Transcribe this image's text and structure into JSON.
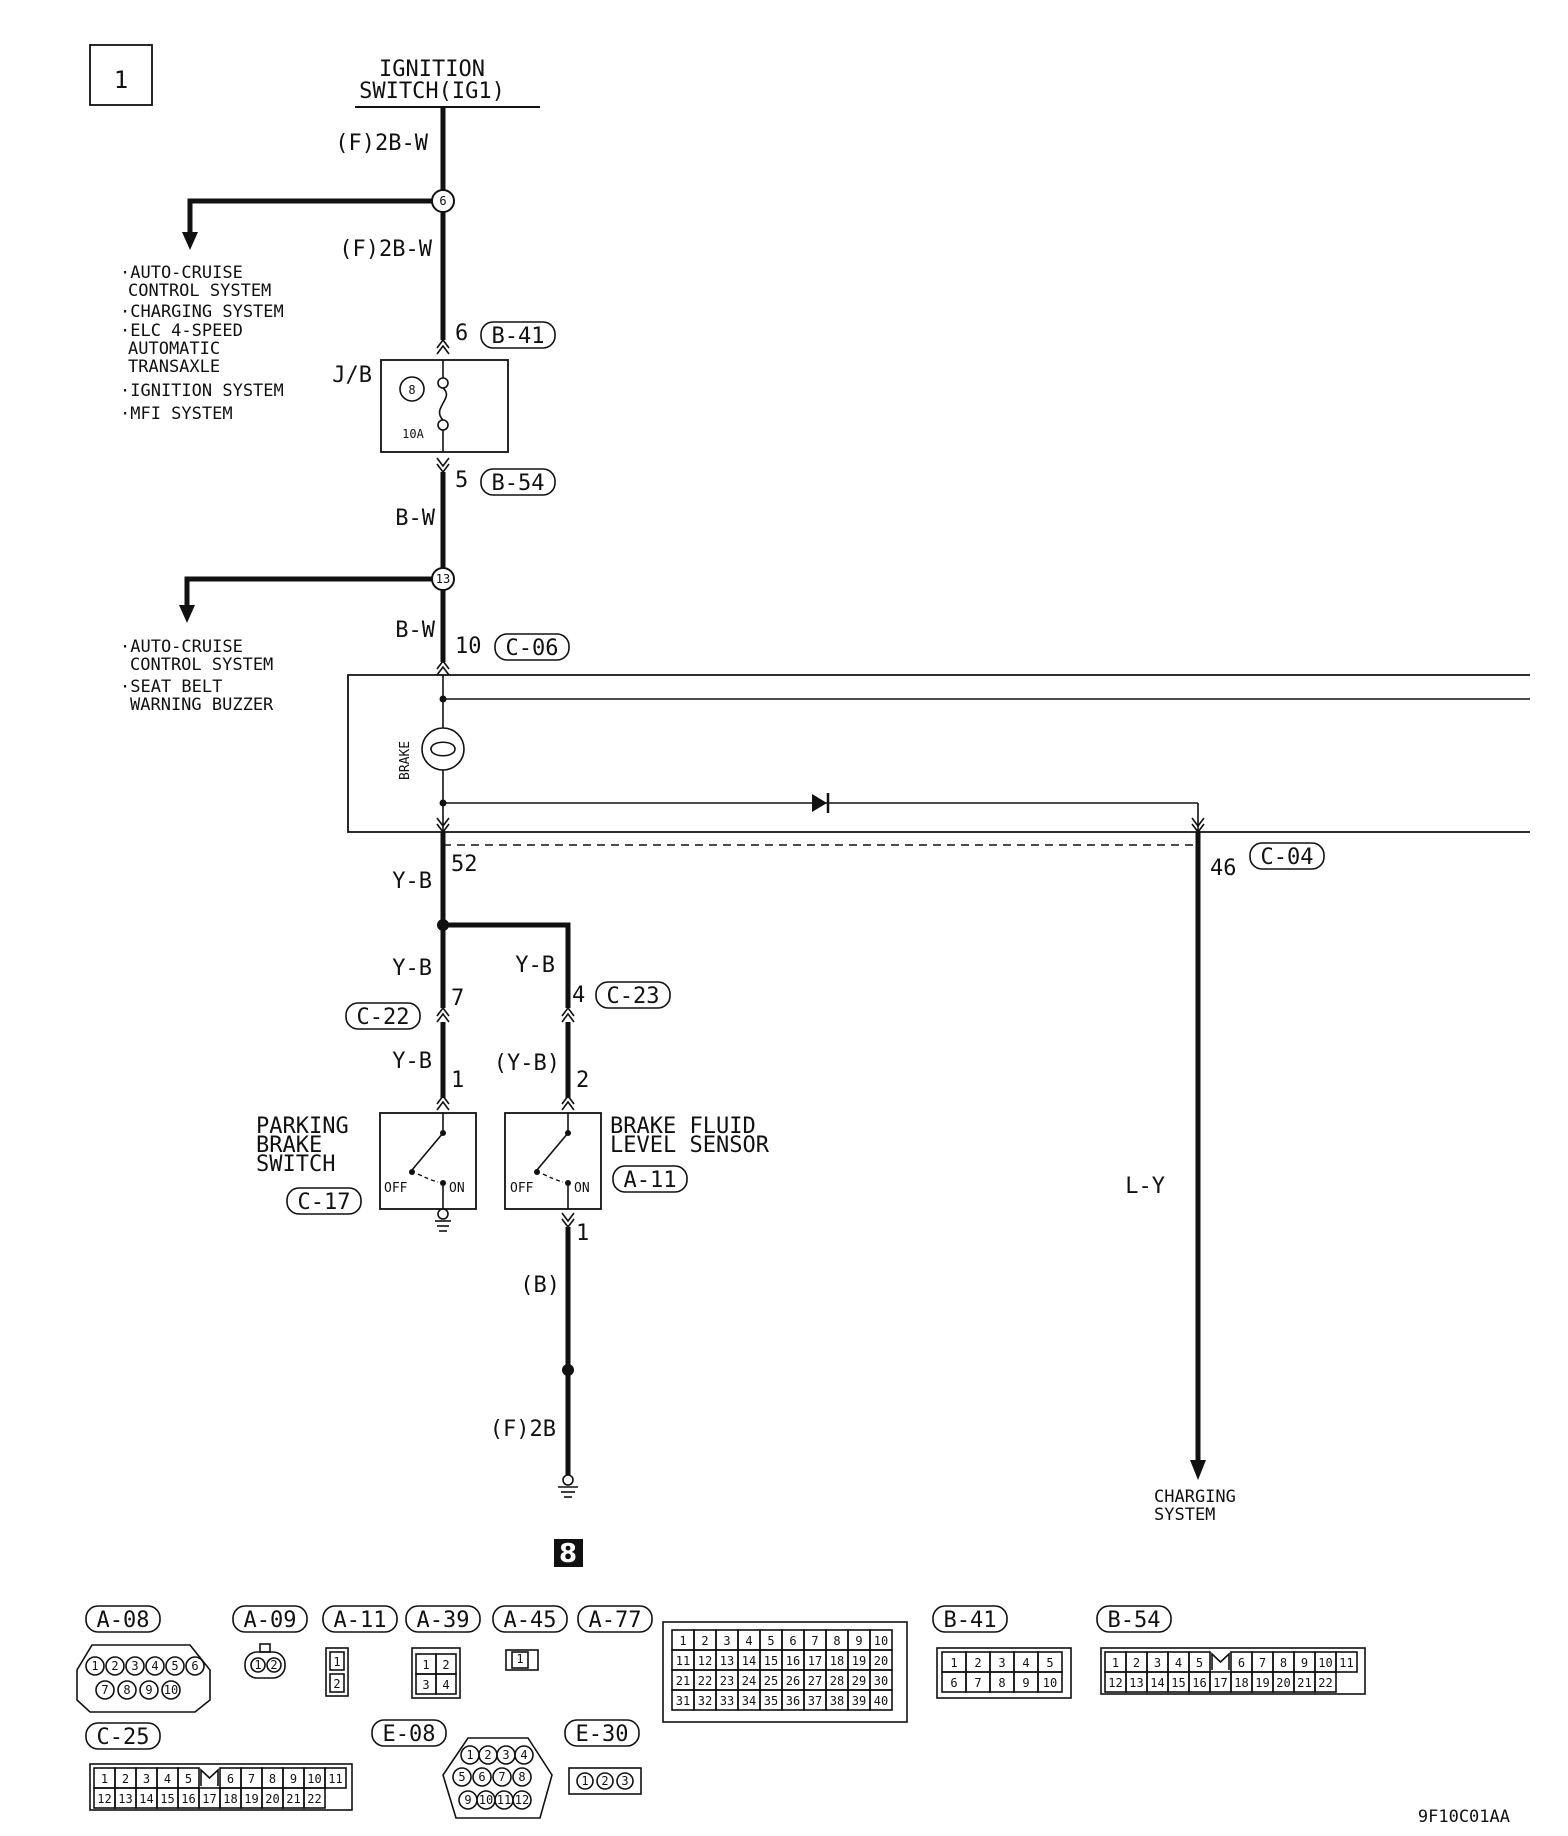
{
  "page_number": "1",
  "figure_code": "9F10C01AA",
  "source": {
    "label_line1": "IGNITION",
    "label_line2": "SWITCH(IG1)"
  },
  "wire_labels": {
    "top": "(F)2B-W",
    "after_j1": "(F)2B-W",
    "after_jb": "B-W",
    "after_j2": "B-W",
    "combo_out": "Y-B",
    "to_c22": "Y-B",
    "to_c23": "Y-B",
    "to_parking": "Y-B",
    "to_fluid": "(Y-B)",
    "fluid_ground": "(B)",
    "ground_wire": "(F)2B",
    "charging": "L-Y"
  },
  "junctions": {
    "j1": "6",
    "j2": "13"
  },
  "branch1": [
    "·AUTO-CRUISE",
    "CONTROL SYSTEM",
    "·CHARGING SYSTEM",
    "·ELC 4-SPEED",
    "AUTOMATIC",
    "TRANSAXLE",
    "·IGNITION SYSTEM",
    "·MFI SYSTEM"
  ],
  "branch2": [
    "·AUTO-CRUISE",
    "CONTROL SYSTEM",
    "·SEAT BELT",
    "WARNING BUZZER"
  ],
  "jb": {
    "label": "J/B",
    "fuse_number": "8",
    "fuse_rating": "10A"
  },
  "connectors": {
    "b41": {
      "id": "B-41",
      "pin": "6"
    },
    "b54": {
      "id": "B-54",
      "pin": "5"
    },
    "c06": {
      "id": "C-06",
      "pin": "10"
    },
    "c04_52": {
      "pin": "52"
    },
    "c04_46": {
      "id": "C-04",
      "pin": "46"
    },
    "c22": {
      "id": "C-22",
      "pin": "7"
    },
    "c23": {
      "id": "C-23",
      "pin": "4"
    },
    "c17": {
      "id": "C-17",
      "pin": "1"
    },
    "a11": {
      "id": "A-11",
      "pin_top": "2",
      "pin_bottom": "1"
    }
  },
  "combination_meter": {
    "lamp_label": "BRAKE"
  },
  "switches": {
    "parking": {
      "label_lines": [
        "PARKING",
        "BRAKE",
        "SWITCH"
      ],
      "off": "OFF",
      "on": "ON"
    },
    "fluid": {
      "label_lines": [
        "BRAKE FLUID",
        "LEVEL SENSOR"
      ],
      "off": "OFF",
      "on": "ON"
    }
  },
  "ground_point": "8",
  "charging_dest": [
    "CHARGING",
    "SYSTEM"
  ],
  "connector_legend": {
    "a08": {
      "id": "A-08",
      "pins": [
        "1",
        "2",
        "3",
        "4",
        "5",
        "6",
        "7",
        "8",
        "9",
        "10"
      ]
    },
    "a09": {
      "id": "A-09",
      "pins": [
        "1",
        "2"
      ]
    },
    "a11": {
      "id": "A-11",
      "pins": [
        "1",
        "2"
      ]
    },
    "a39": {
      "id": "A-39",
      "pins": [
        "1",
        "2",
        "3",
        "4"
      ]
    },
    "a45": {
      "id": "A-45",
      "pins": [
        "1"
      ]
    },
    "a77": {
      "id": "A-77",
      "pins": [
        "1",
        "2",
        "3",
        "4",
        "5",
        "6",
        "7",
        "8",
        "9",
        "10",
        "11",
        "12",
        "13",
        "14",
        "15",
        "16",
        "17",
        "18",
        "19",
        "20",
        "21",
        "22",
        "23",
        "24",
        "25",
        "26",
        "27",
        "28",
        "29",
        "30",
        "31",
        "32",
        "33",
        "34",
        "35",
        "36",
        "37",
        "38",
        "39",
        "40"
      ]
    },
    "b41": {
      "id": "B-41",
      "pins": [
        "1",
        "2",
        "3",
        "4",
        "5",
        "6",
        "7",
        "8",
        "9",
        "10"
      ]
    },
    "b54": {
      "id": "B-54",
      "pins": [
        "1",
        "2",
        "3",
        "4",
        "5",
        "6",
        "7",
        "8",
        "9",
        "10",
        "11",
        "12",
        "13",
        "14",
        "15",
        "16",
        "17",
        "18",
        "19",
        "20",
        "21",
        "22"
      ]
    },
    "c25": {
      "id": "C-25",
      "pins": [
        "1",
        "2",
        "3",
        "4",
        "5",
        "6",
        "7",
        "8",
        "9",
        "10",
        "11",
        "12",
        "13",
        "14",
        "15",
        "16",
        "17",
        "18",
        "19",
        "20",
        "21",
        "22"
      ]
    },
    "e08": {
      "id": "E-08",
      "pins": [
        "1",
        "2",
        "3",
        "4",
        "5",
        "6",
        "7",
        "8",
        "9",
        "10",
        "11",
        "12"
      ]
    },
    "e30": {
      "id": "E-30",
      "pins": [
        "1",
        "2",
        "3"
      ]
    }
  }
}
